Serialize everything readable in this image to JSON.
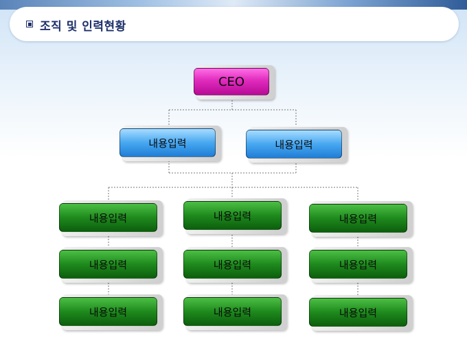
{
  "header": {
    "title": "조직 및 인력현황"
  },
  "org": {
    "ceo": "CEO",
    "level2": [
      "내용입력",
      "내용입력"
    ],
    "columns": [
      [
        "내용입력",
        "내용입력",
        "내용입력"
      ],
      [
        "내용입력",
        "내용입력",
        "내용입력"
      ],
      [
        "내용입력",
        "내용입력",
        "내용입력"
      ]
    ]
  },
  "colors": {
    "ceo": "#e02bbd",
    "level2": "#47a7f0",
    "level3": "#1e8a1d",
    "title": "#1d2f6a"
  }
}
